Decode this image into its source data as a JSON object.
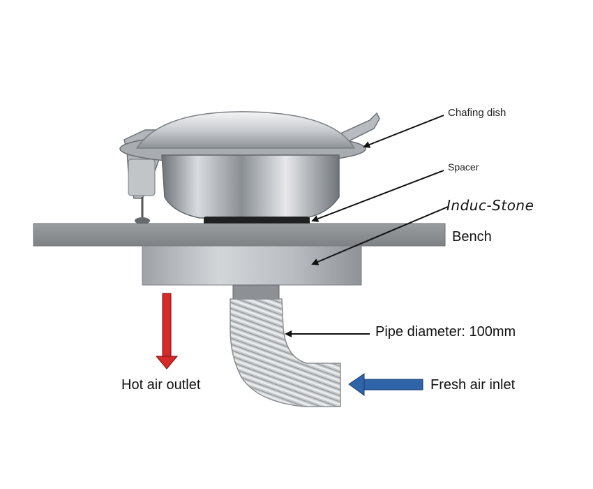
{
  "labels": {
    "chafing_dish": "Chafing dish",
    "spacer": "Spacer",
    "induc_stone": "Induc-Stone",
    "bench": "Bench",
    "pipe_diameter": "Pipe diameter: 100mm",
    "hot_air_outlet": "Hot air outlet",
    "fresh_air_inlet": "Fresh air inlet"
  },
  "colors": {
    "hot_air_arrow": "#d42a2a",
    "fresh_air_arrow": "#2f64a8",
    "bench_top": "#8c8f92",
    "steel": "#b9bcbf",
    "pointer": "#111111"
  }
}
